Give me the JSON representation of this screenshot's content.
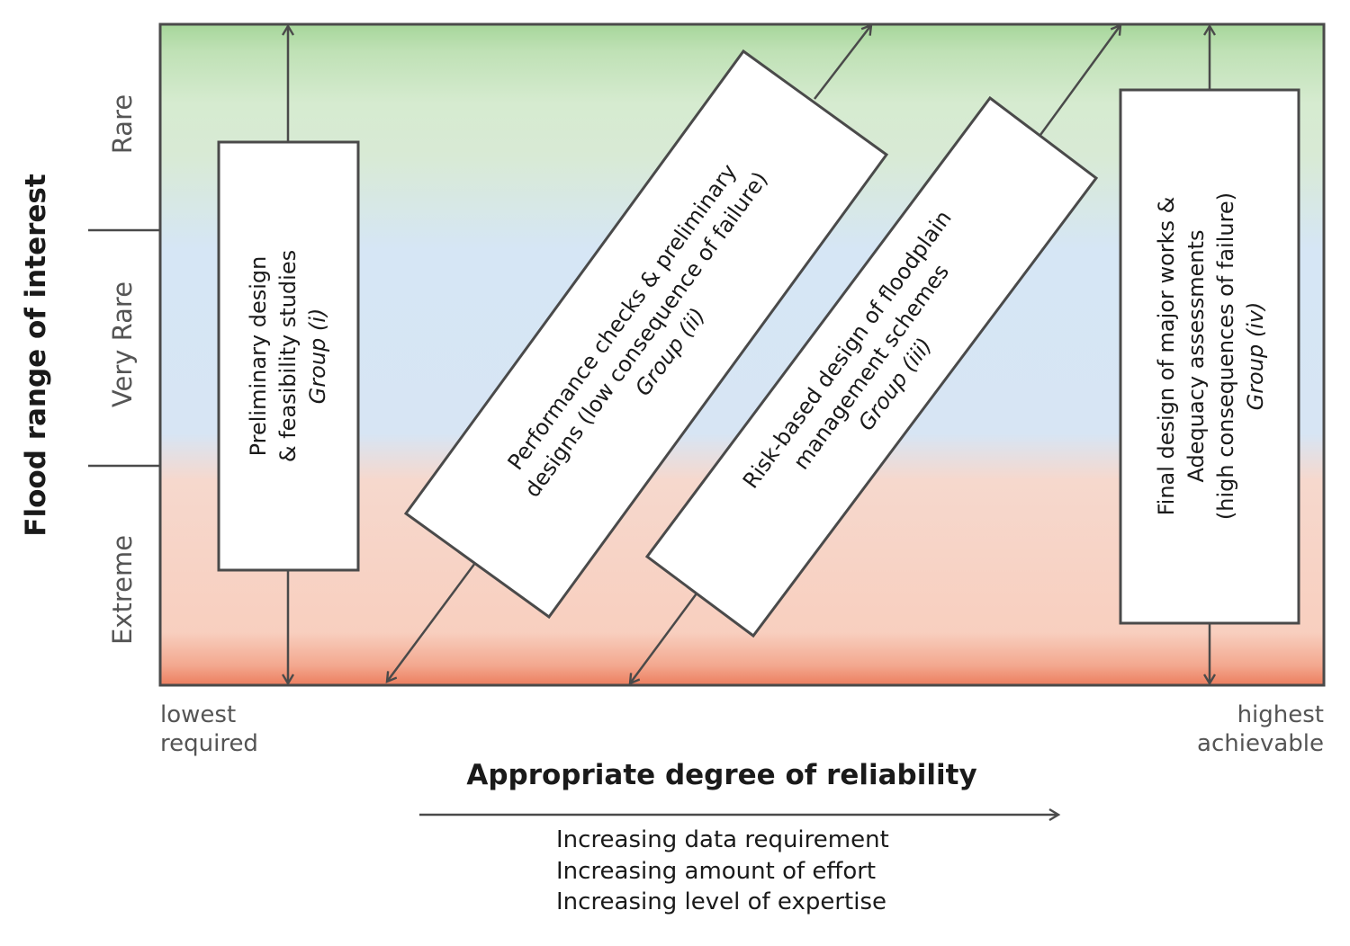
{
  "y_axis_title": "Flood range of interest",
  "x_axis_title": "Appropriate degree of reliability",
  "bands": [
    {
      "label": "Rare"
    },
    {
      "label": "Very Rare"
    },
    {
      "label": "Extreme"
    }
  ],
  "x_axis_ends": {
    "low_line1": "lowest",
    "low_line2": "required",
    "high_line1": "highest",
    "high_line2": "achievable"
  },
  "boxes": [
    {
      "line1": "Preliminary design",
      "line2": "& feasibility studies",
      "group": "Group (i)"
    },
    {
      "line1": "Performance checks & preliminary",
      "line2": "designs (low consequence of failure)",
      "group": "Group (ii)"
    },
    {
      "line1": "Risk-based design of floodplain",
      "line2": "management schemes",
      "group": "Group (iii)"
    },
    {
      "line1": "Final design of major works &",
      "line2": "Adequacy assessments",
      "line3": "(high consequences of failure)",
      "group": "Group (iv)"
    }
  ],
  "trend_notes": [
    "Increasing data requirement",
    "Increasing amount of effort",
    "Increasing level of expertise"
  ],
  "colors": {
    "rare_top": "#a6d69a",
    "rare": "#d6ebd0",
    "very_rare": "#d6e6f5",
    "extreme": "#f9d5c6",
    "extreme_bottom": "#ef8a6c",
    "line": "#4a4a4a"
  }
}
